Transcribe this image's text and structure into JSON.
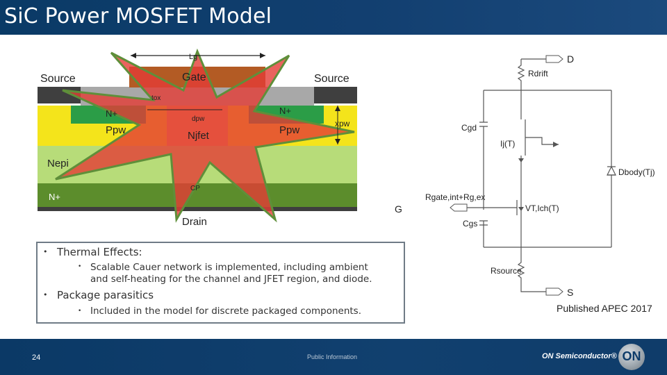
{
  "slide": {
    "title": "SiC Power MOSFET Model",
    "page_number": "24",
    "footer_info": "Public Information",
    "company": "ON Semiconductor®",
    "logo_text": "ON",
    "published": "Published APEC 2017"
  },
  "cross_section": {
    "source_left": "Source",
    "source_right": "Source",
    "gate": "Gate",
    "lg": "Lg",
    "tox": "tox",
    "n_plus_left": "N+",
    "n_plus_right": "N+",
    "dpw": "dpw",
    "ppw_left": "Ppw",
    "ppw_right": "Ppw",
    "njfet": "Njfet",
    "xpw": "xpw",
    "nepi": "Nepi",
    "cp": "CP",
    "n_plus_sub": "N+",
    "drain": "Drain"
  },
  "circuit": {
    "D": "D",
    "G": "G",
    "S": "S",
    "rdrift": "Rdrift",
    "cgd": "Cgd",
    "ljt": "Ij(T)",
    "dbody": "Dbody(Tj)",
    "rgate": "Rgate,int+Rg,ex",
    "vt": "VT,Ich(T)",
    "cgs": "Cgs",
    "rsource": "Rsource"
  },
  "bullets": [
    {
      "text": "Thermal Effects:",
      "sub": [
        "Scalable Cauer network is implemented, including ambient",
        "and self-heating for the channel and JFET region, and diode."
      ]
    },
    {
      "text": "Package parasitics",
      "sub": [
        "Included in the model for discrete packaged components."
      ]
    }
  ],
  "colors": {
    "title_bar": "#0a3a66",
    "gate_brown": "#b05a22",
    "oxide_gray": "#a6a6a6",
    "ppw_yellow": "#f5e51a",
    "n_plus_green": "#2a9e46",
    "epi_green": "#b6dc78",
    "substrate_green": "#5a8c2a",
    "burst_red": "#e2403a"
  }
}
